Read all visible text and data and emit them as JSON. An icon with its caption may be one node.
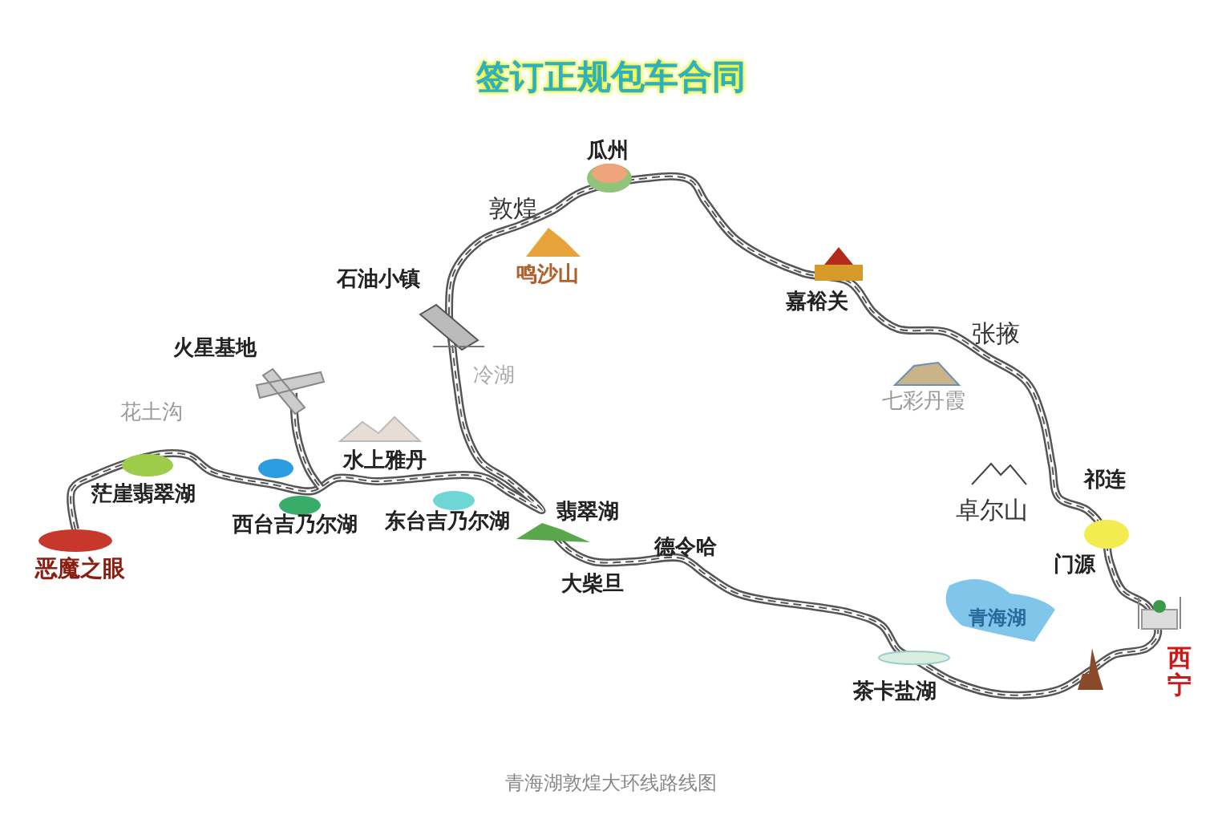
{
  "diagram": {
    "title": "签订正规包车合同",
    "caption": "青海湖敦煌大环线路线图",
    "labels": [
      "瓜州",
      "敦煌",
      "石油小镇",
      "鸣沙山",
      "嘉裕关",
      "火星基地",
      "张掖",
      "冷湖",
      "七彩丹霞",
      "花土沟",
      "水上雅丹",
      "茫崖翡翠湖",
      "祁连",
      "卓尔山",
      "西台吉乃尔湖",
      "东台吉乃尔湖",
      "翡翠湖",
      "德令哈",
      "门源",
      "大柴旦",
      "恶魔之眼",
      "青海湖",
      "茶卡盐湖",
      "西宁"
    ]
  }
}
